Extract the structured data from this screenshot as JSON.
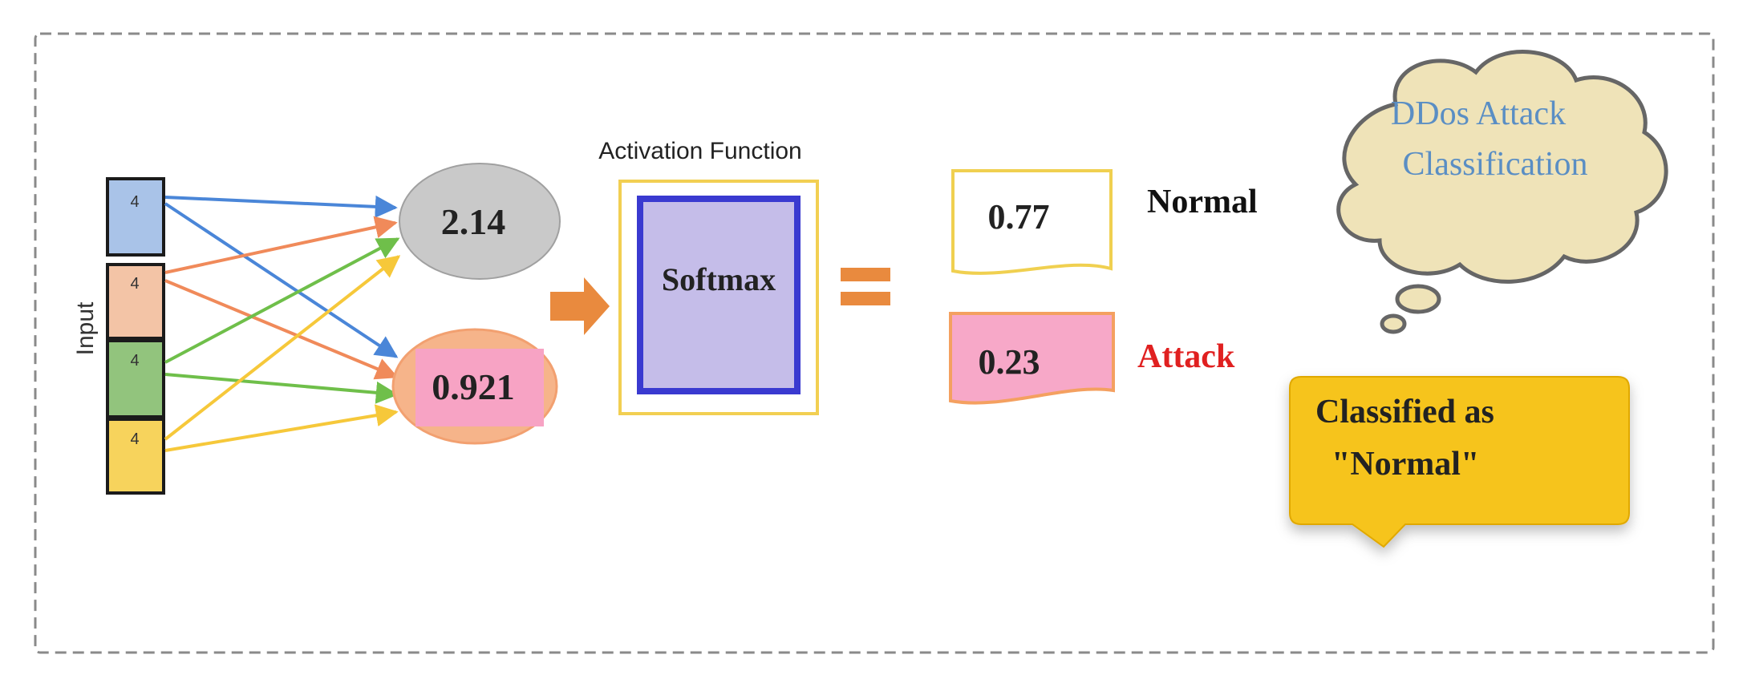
{
  "input": {
    "label": "Input",
    "cells": [
      {
        "value": "4",
        "color": "#a9c3e8"
      },
      {
        "value": "4",
        "color": "#f3c4a6"
      },
      {
        "value": "4",
        "color": "#92c47d"
      },
      {
        "value": "4",
        "color": "#f7d35c"
      }
    ]
  },
  "neurons": [
    {
      "value": "2.14",
      "color": "#c9c9c9"
    },
    {
      "value": "0.921",
      "color": "#f7a3c4"
    }
  ],
  "activation": {
    "title": "Activation Function",
    "function": "Softmax",
    "box_color": "#c5bde9",
    "border_color": "#3a3ad0"
  },
  "equals_sign": "=",
  "outputs": [
    {
      "value": "0.77",
      "label": "Normal",
      "label_color": "#111111",
      "fill": "#ffffff",
      "border": "#f0d050"
    },
    {
      "value": "0.23",
      "label": "Attack",
      "label_color": "#e02020",
      "fill": "#f7a8c8",
      "border": "#f4a060"
    }
  ],
  "cloud": {
    "line1": "DDos Attack",
    "line2": "Classification",
    "fill": "#efe3b8",
    "text_color": "#5a8ec4"
  },
  "callout": {
    "line1": "Classified as",
    "line2": "\"Normal\"",
    "fill": "#f6c41a"
  },
  "arrow_colors": {
    "blue": "#4a86d8",
    "orange": "#f08a5a",
    "green": "#6fbf4a",
    "yellow": "#f6c83a",
    "big_arrow": "#e98a3e"
  }
}
